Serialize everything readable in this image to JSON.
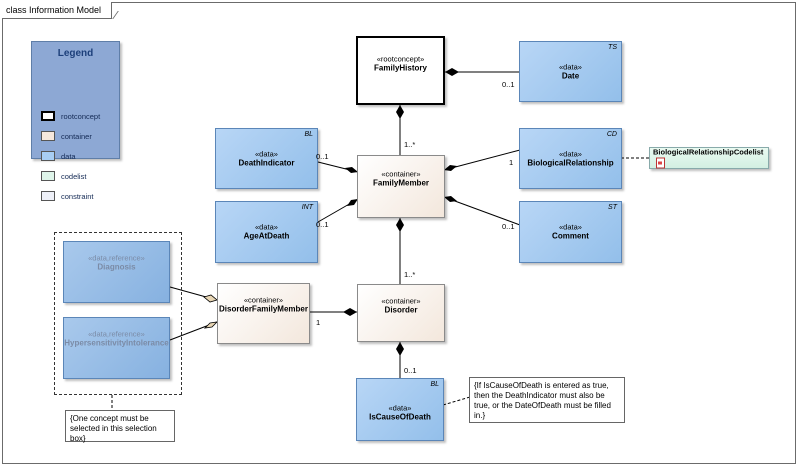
{
  "frame": {
    "title": "class Information Model"
  },
  "legend": {
    "title": "Legend",
    "items": [
      {
        "label": "rootconcept",
        "color": "#ffffff",
        "border": "#000000"
      },
      {
        "label": "container",
        "color": "#f6e8dc",
        "border": "#8a8a8a"
      },
      {
        "label": "data",
        "color": "#a8cdf2",
        "border": "#5b86b8"
      },
      {
        "label": "codelist",
        "color": "#dff5ea",
        "border": "#8aa"
      },
      {
        "label": "constraint",
        "color": "#eef0f8",
        "border": "#888"
      }
    ]
  },
  "classes": {
    "family_history": {
      "stereotype": "«rootconcept»",
      "name": "FamilyHistory"
    },
    "date": {
      "stereotype": "«data»",
      "name": "Date",
      "tag": "TS"
    },
    "death_indicator": {
      "stereotype": "«data»",
      "name": "DeathIndicator",
      "tag": "BL"
    },
    "family_member": {
      "stereotype": "«container»",
      "name": "FamilyMember"
    },
    "biological_relationship": {
      "stereotype": "«data»",
      "name": "BiologicalRelationship",
      "tag": "CD"
    },
    "biological_relationship_codelist": {
      "name": "BiologicalRelationshipCodelist"
    },
    "age_at_death": {
      "stereotype": "«data»",
      "name": "AgeAtDeath",
      "tag": "INT"
    },
    "comment": {
      "stereotype": "«data»",
      "name": "Comment",
      "tag": "ST"
    },
    "diagnosis": {
      "stereotype": "«data,reference»",
      "name": "Diagnosis"
    },
    "hypersensitivity": {
      "stereotype": "«data,reference»",
      "name": "HypersensitivityIntolerance"
    },
    "disorder_family_member": {
      "stereotype": "«container»",
      "name": "DisorderFamilyMember"
    },
    "disorder": {
      "stereotype": "«container»",
      "name": "Disorder"
    },
    "is_cause_of_death": {
      "stereotype": "«data»",
      "name": "IsCauseOfDeath",
      "tag": "BL"
    }
  },
  "multiplicities": {
    "date": "0..1",
    "family_member_from_history": "1..*",
    "death_indicator": "0..1",
    "biological_relationship": "1",
    "age_at_death": "0..1",
    "comment": "0..1",
    "disorder_from_member": "1..*",
    "disorder_family_member": "1",
    "is_cause_of_death": "0..1"
  },
  "notes": {
    "selection": "{One concept must be selected in this selection box}",
    "constraint": "{If IsCauseOfDeath is entered as true, then the DeathIndicator must also be true, or the DateOfDeath must be filled in.}"
  }
}
